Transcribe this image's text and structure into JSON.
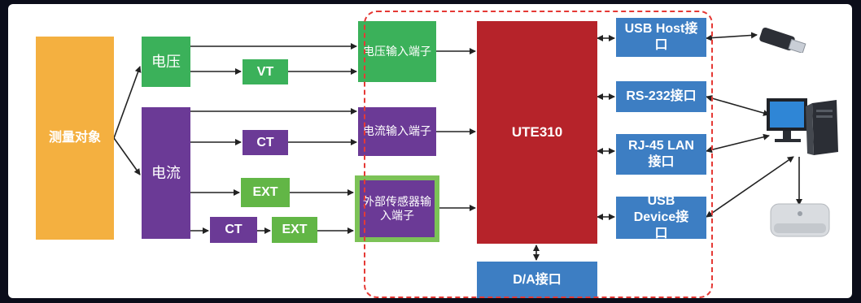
{
  "diagram": {
    "measure_object": "测量对象",
    "voltage": "电压",
    "current": "电流",
    "vt": "VT",
    "ct": "CT",
    "ext": "EXT",
    "voltage_input_port": "电压输入端子",
    "current_input_port": "电流输入端子",
    "external_sensor_port": "外部传感器输入端子",
    "device_name": "UTE310",
    "usb_host": "USB Host接口",
    "rs232": "RS-232接口",
    "rj45": "RJ-45 LAN接口",
    "usb_device": "USB Device接口",
    "da": "D/A接口"
  },
  "icons": [
    "usb-drive-icon",
    "computer-icon",
    "mini-pc-icon"
  ],
  "colors": {
    "orange": "#f4b040",
    "green": "#3bb15a",
    "purple": "#6b3a96",
    "red": "#b6232a",
    "blue": "#3d7ec3",
    "dashed_border": "#e53935"
  }
}
